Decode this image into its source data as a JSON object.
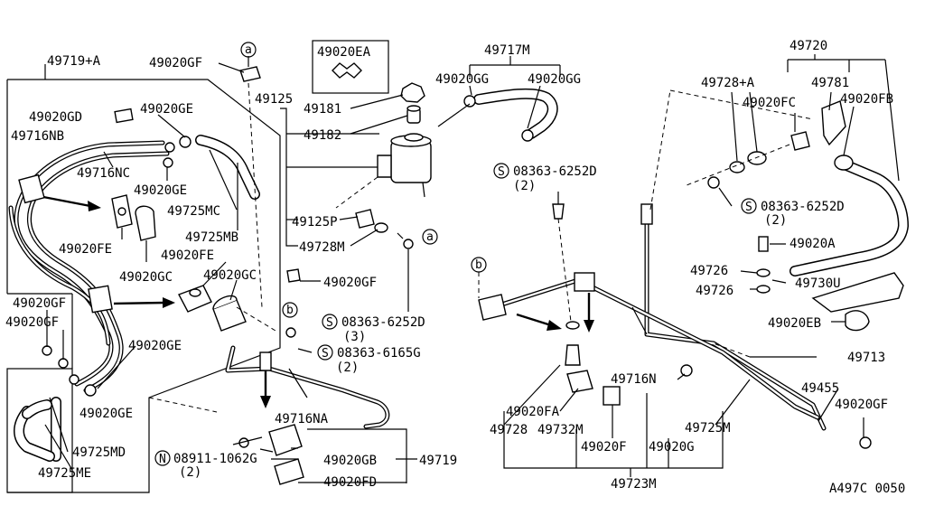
{
  "labels": {
    "p49719A": "49719+A",
    "p49020GF_top": "49020GF",
    "p49020EA": "49020EA",
    "p49717M": "49717M",
    "p49720": "49720",
    "p49020GD": "49020GD",
    "p49020GE_1": "49020GE",
    "p49716NB": "49716NB",
    "p49716NC": "49716NC",
    "p49020GE_2": "49020GE",
    "p49725MC": "49725MC",
    "p49020FE_1": "49020FE",
    "p49725MB": "49725MB",
    "p49020FE_2": "49020FE",
    "p49020GC_1": "49020GC",
    "p49020GC_2": "49020GC",
    "p49125": "49125",
    "p49181": "49181",
    "p49182": "49182",
    "p49125P": "49125P",
    "p49728M": "49728M",
    "p49020GF_mid": "49020GF",
    "p08363_6252D_a": "08363-6252D",
    "qty3": "(3)",
    "p08363_6165G": "08363-6165G",
    "qty2_a": "(2)",
    "p49020GF_left1": "49020GF",
    "p49020GF_left2": "49020GF",
    "p49020GE_3": "49020GE",
    "p49020GE_4": "49020GE",
    "p49725MD": "49725MD",
    "p49725ME": "49725ME",
    "p49716NA": "49716NA",
    "p08911_1062G": "08911-1062G",
    "qty2_b": "(2)",
    "p49020GB": "49020GB",
    "p49719": "49719",
    "p49020FD": "49020FD",
    "p49020GG_1": "49020GG",
    "p49020GG_2": "49020GG",
    "p08363_6252D_b": "08363-6252D",
    "qty2_c": "(2)",
    "p49728A": "49728+A",
    "p49781": "49781",
    "p49020FC": "49020FC",
    "p49020FB": "49020FB",
    "p08363_6252D_c": "08363-6252D",
    "qty2_d": "(2)",
    "p49020A": "49020A",
    "p49726_1": "49726",
    "p49726_2": "49726",
    "p49730U": "49730U",
    "p49020EB": "49020EB",
    "p49713": "49713",
    "p49455": "49455",
    "p49020GF_right": "49020GF",
    "p49716N": "49716N",
    "p49725M": "49725M",
    "p49020FA": "49020FA",
    "p49728": "49728",
    "p49732M": "49732M",
    "p49020F": "49020F",
    "p49020G": "49020G",
    "p49723M": "49723M",
    "code": "A497C 0050",
    "ref_a": "a",
    "ref_b": "b",
    "sym_S": "S",
    "sym_N": "N"
  }
}
